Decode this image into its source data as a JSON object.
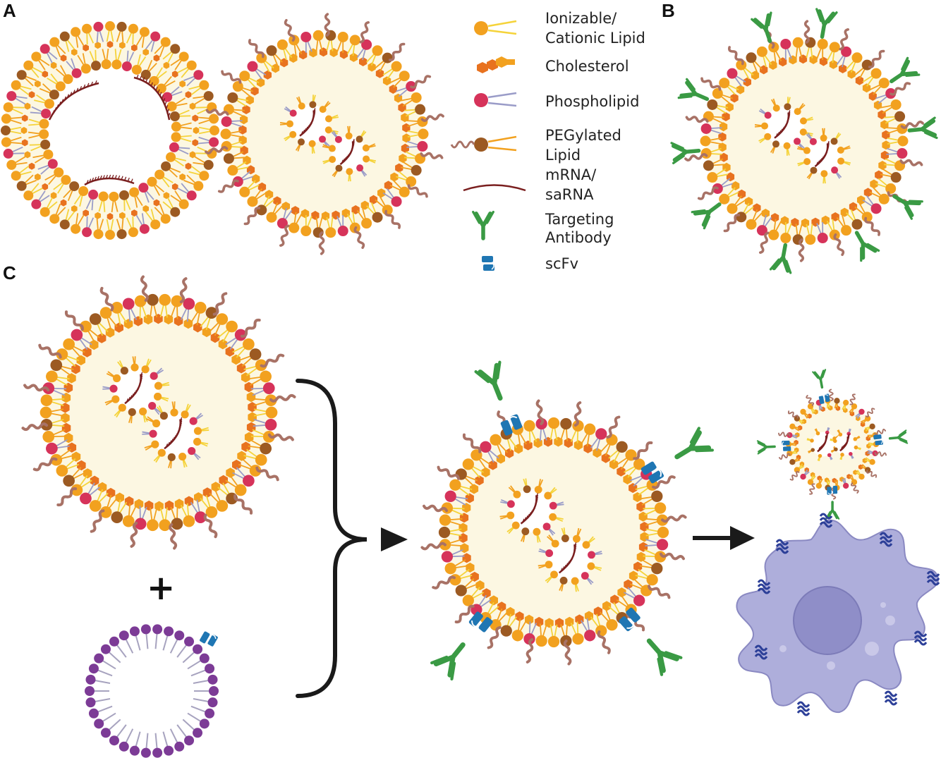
{
  "panels": {
    "a": "A",
    "b": "B",
    "c": "C"
  },
  "legend": {
    "ionizable": [
      "Ionizable/",
      "Cationic Lipid"
    ],
    "cholesterol": [
      "Cholesterol"
    ],
    "phospholipid": [
      "Phospholipid"
    ],
    "pegylated": [
      "PEGylated",
      "Lipid"
    ],
    "rna": [
      "mRNA/",
      "saRNA"
    ],
    "antibody": [
      "Targeting",
      "Antibody"
    ],
    "scfv": [
      "scFv"
    ]
  },
  "plus_sign": "+",
  "colors": {
    "ionizable_head": "#f2a11f",
    "ionizable_tail": "#f5d33a",
    "cholesterol": "#e8721f",
    "phospholipid_head": "#d6335a",
    "phospholipid_tail": "#9a9cc8",
    "peg_head": "#9c5a22",
    "peg_chain": "#a87266",
    "rna": "#7a1f1f",
    "core": "#fcf7e2",
    "antibody": "#3a9a44",
    "scfv": "#1f76b3",
    "liposome_head": "#7c3b96",
    "liposome_tail": "#a7a3bf",
    "cell": "#aeaedb",
    "cell_nucleus": "#8f8ec8",
    "receptor": "#2c3f98",
    "arrow": "#1a1a1a"
  }
}
